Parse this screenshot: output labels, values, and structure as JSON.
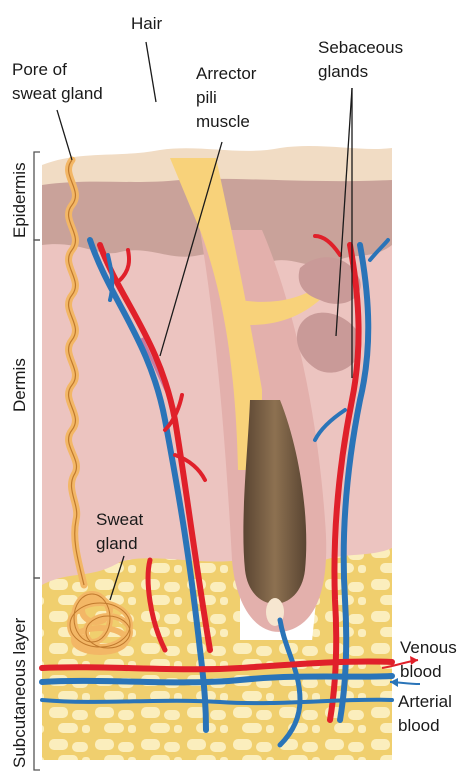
{
  "labels": {
    "hair": "Hair",
    "pore_line1": "Pore of",
    "pore_line2": "sweat gland",
    "arrector_line1": "Arrector",
    "arrector_line2": "pili",
    "arrector_line3": "muscle",
    "sebaceous_line1": "Sebaceous",
    "sebaceous_line2": "glands",
    "sweat_line1": "Sweat",
    "sweat_line2": "gland",
    "venous_line1": "Venous",
    "venous_line2": "blood",
    "arterial_line1": "Arterial",
    "arterial_line2": "blood"
  },
  "layers": {
    "epidermis": "Epidermis",
    "dermis": "Dermis",
    "subcutaneous": "Subcutaneous layer"
  },
  "colors": {
    "epidermis_top": "#f1dcc4",
    "epidermis_mid": "#c9a29a",
    "dermis": "#ecc4c0",
    "subcutaneous": "#f0cf6e",
    "fat_cell": "#fbeebd",
    "hair": "#f8d27a",
    "bulb": "#7a5f42",
    "artery": "#e0202a",
    "vein": "#2a74b8",
    "sebaceous": "#c99a98"
  }
}
